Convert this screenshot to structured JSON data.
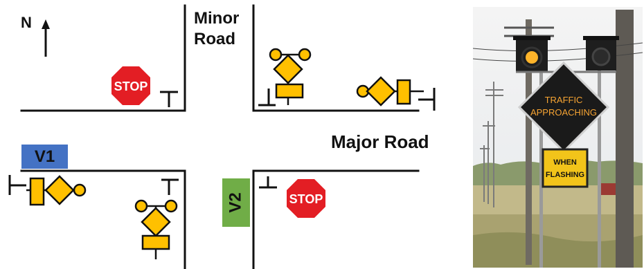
{
  "labels": {
    "north": "N",
    "minor_road_line1": "Minor",
    "minor_road_line2": "Road",
    "major_road": "Major Road"
  },
  "vehicles": {
    "v1": "V1",
    "v2": "V2"
  },
  "stop_signs": {
    "text": "STOP"
  },
  "photo_sign": {
    "diamond_line1": "TRAFFIC",
    "diamond_line2": "APPROACHING",
    "plate_line1": "WHEN",
    "plate_line2": "FLASHING"
  },
  "colors": {
    "stop_red": "#e31e24",
    "warning_amber": "#ffc000",
    "v1_blue": "#4472c4",
    "v2_green": "#70ad47",
    "sign_black": "#1a1a1a",
    "sign_text_orange": "#f7a433"
  }
}
